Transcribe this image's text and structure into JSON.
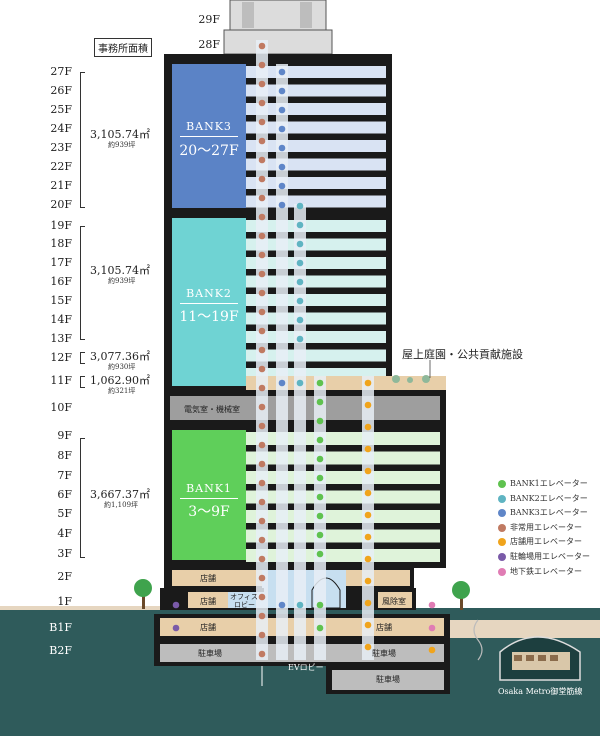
{
  "header": {
    "area_label": "事務所面積"
  },
  "floors_left": [
    "27F",
    "26F",
    "25F",
    "24F",
    "23F",
    "22F",
    "21F",
    "20F",
    "19F",
    "18F",
    "17F",
    "16F",
    "15F",
    "14F",
    "13F",
    "12F",
    "11F",
    "10F",
    "9F",
    "8F",
    "7F",
    "6F",
    "5F",
    "4F",
    "3F",
    "2F",
    "1F",
    "B1F",
    "B2F"
  ],
  "floors_top": [
    "29F",
    "28F"
  ],
  "areas": [
    {
      "area": "3,105.74㎡",
      "tsubo": "約939坪"
    },
    {
      "area": "3,105.74㎡",
      "tsubo": "約939坪"
    },
    {
      "area": "3,077.36㎡",
      "tsubo": "約930坪"
    },
    {
      "area": "1,062.90㎡",
      "tsubo": "約321坪"
    },
    {
      "area": "3,667.37㎡",
      "tsubo": "約1,109坪"
    }
  ],
  "banks": [
    {
      "name": "BANK3",
      "range": "20〜27F",
      "color": "#5b83c6"
    },
    {
      "name": "BANK2",
      "range": "11〜19F",
      "color": "#6fd3d3"
    },
    {
      "name": "BANK1",
      "range": "3〜9F",
      "color": "#5fcf5a"
    }
  ],
  "rooms": {
    "machine_room": "電気室・機械室",
    "shop_2f": "店舗",
    "shop_1f": "店舗",
    "office_lobby_1": "オフィス",
    "office_lobby_2": "ロビー",
    "windbreak": "風除室",
    "shop_b1_left": "店舗",
    "shop_b1_right": "店舗",
    "parking_b2_left": "駐車場",
    "parking_b2_right": "駐車場",
    "ev_lobby": "EVロビー",
    "parking_b3": "駐車場",
    "rooftop_garden": "屋上庭園・公共貢献施設",
    "metro": "Osaka Metro御堂筋線"
  },
  "legend": [
    {
      "label": "BANK1エレベーター",
      "color": "#5fc24f"
    },
    {
      "label": "BANK2エレベーター",
      "color": "#5fb4c2"
    },
    {
      "label": "BANK3エレベーター",
      "color": "#5f86c8"
    },
    {
      "label": "非常用エレベーター",
      "color": "#c07a62"
    },
    {
      "label": "店舗用エレベーター",
      "color": "#f0a41c"
    },
    {
      "label": "駐輪場用エレベーター",
      "color": "#7a5aa8"
    },
    {
      "label": "地下鉄エレベーター",
      "color": "#e07cb4"
    }
  ]
}
